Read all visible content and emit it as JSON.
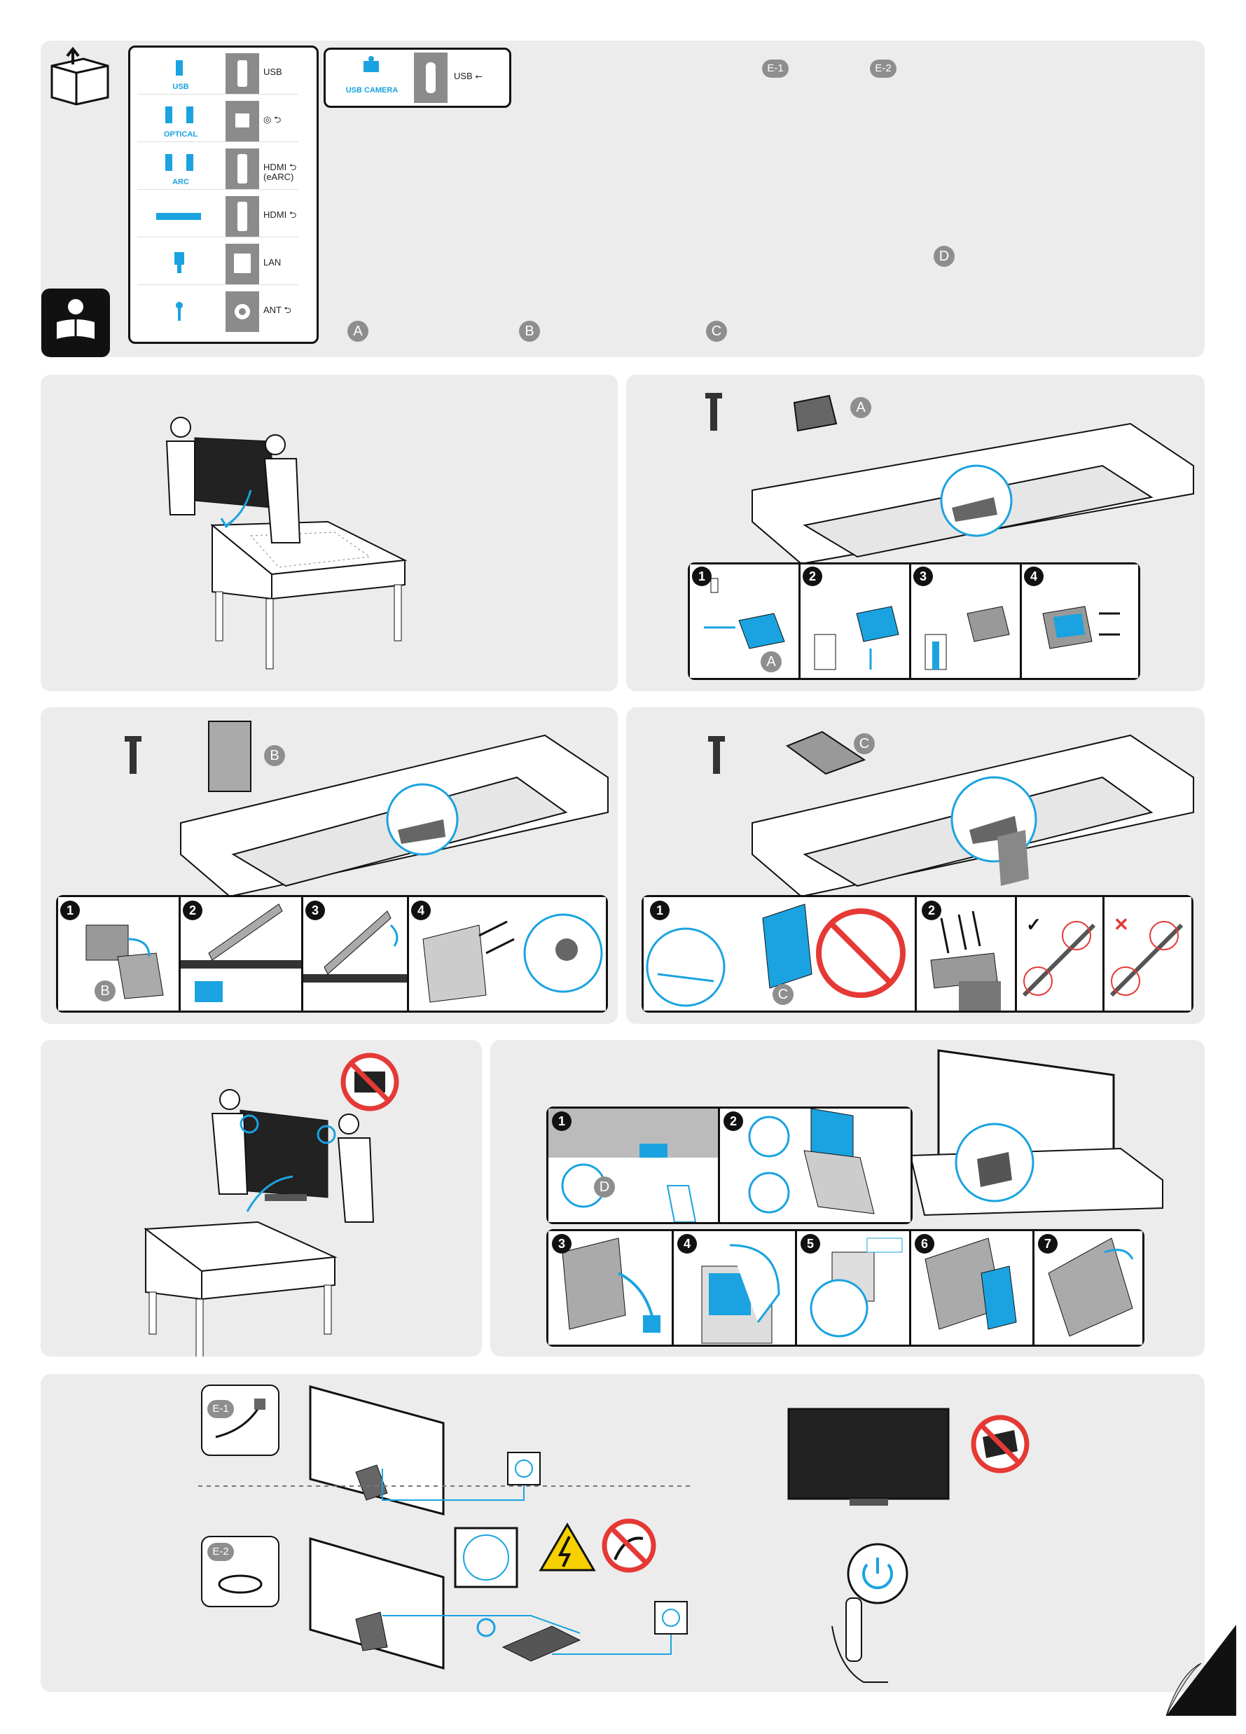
{
  "ports": [
    {
      "tag": "USB",
      "label": "USB ⭠"
    },
    {
      "tag": "OPTICAL",
      "label": "◎ ⮌"
    },
    {
      "tag": "ARC",
      "label": "HDMI ⮌ (eARC)"
    },
    {
      "tag": "",
      "label": "HDMI ⮌"
    },
    {
      "tag": "",
      "label": "LAN"
    },
    {
      "tag": "",
      "label": "ANT ⮌"
    }
  ],
  "port_labels_text": {
    "usb": "USB",
    "optical": "OPTICAL",
    "arc": "ARC",
    "usb_port": "USB",
    "hdmi_earc": "HDMI",
    "earc": "(eARC)",
    "hdmi": "HDMI",
    "lan": "LAN",
    "ant": "ANT"
  },
  "usb_camera": {
    "tag": "USB CAMERA",
    "label": "USB"
  },
  "parts": {
    "a": "A",
    "b": "B",
    "c": "C",
    "d": "D",
    "e1": "E-1",
    "e2": "E-2"
  },
  "steps": [
    "1",
    "2",
    "3",
    "4",
    "5",
    "6",
    "7"
  ],
  "marks": {
    "ok": "✓",
    "bad": "✕"
  },
  "colors": {
    "accent": "#1aa3e0",
    "panel": "#ececec",
    "dark": "#111111",
    "warn": "#e53935",
    "hazard": "#f7d000"
  },
  "icons": [
    "box-up-icon",
    "read-manual-icon",
    "power-icon",
    "no-tilt-icon",
    "no-bend-cable-icon",
    "electric-hazard-icon"
  ]
}
